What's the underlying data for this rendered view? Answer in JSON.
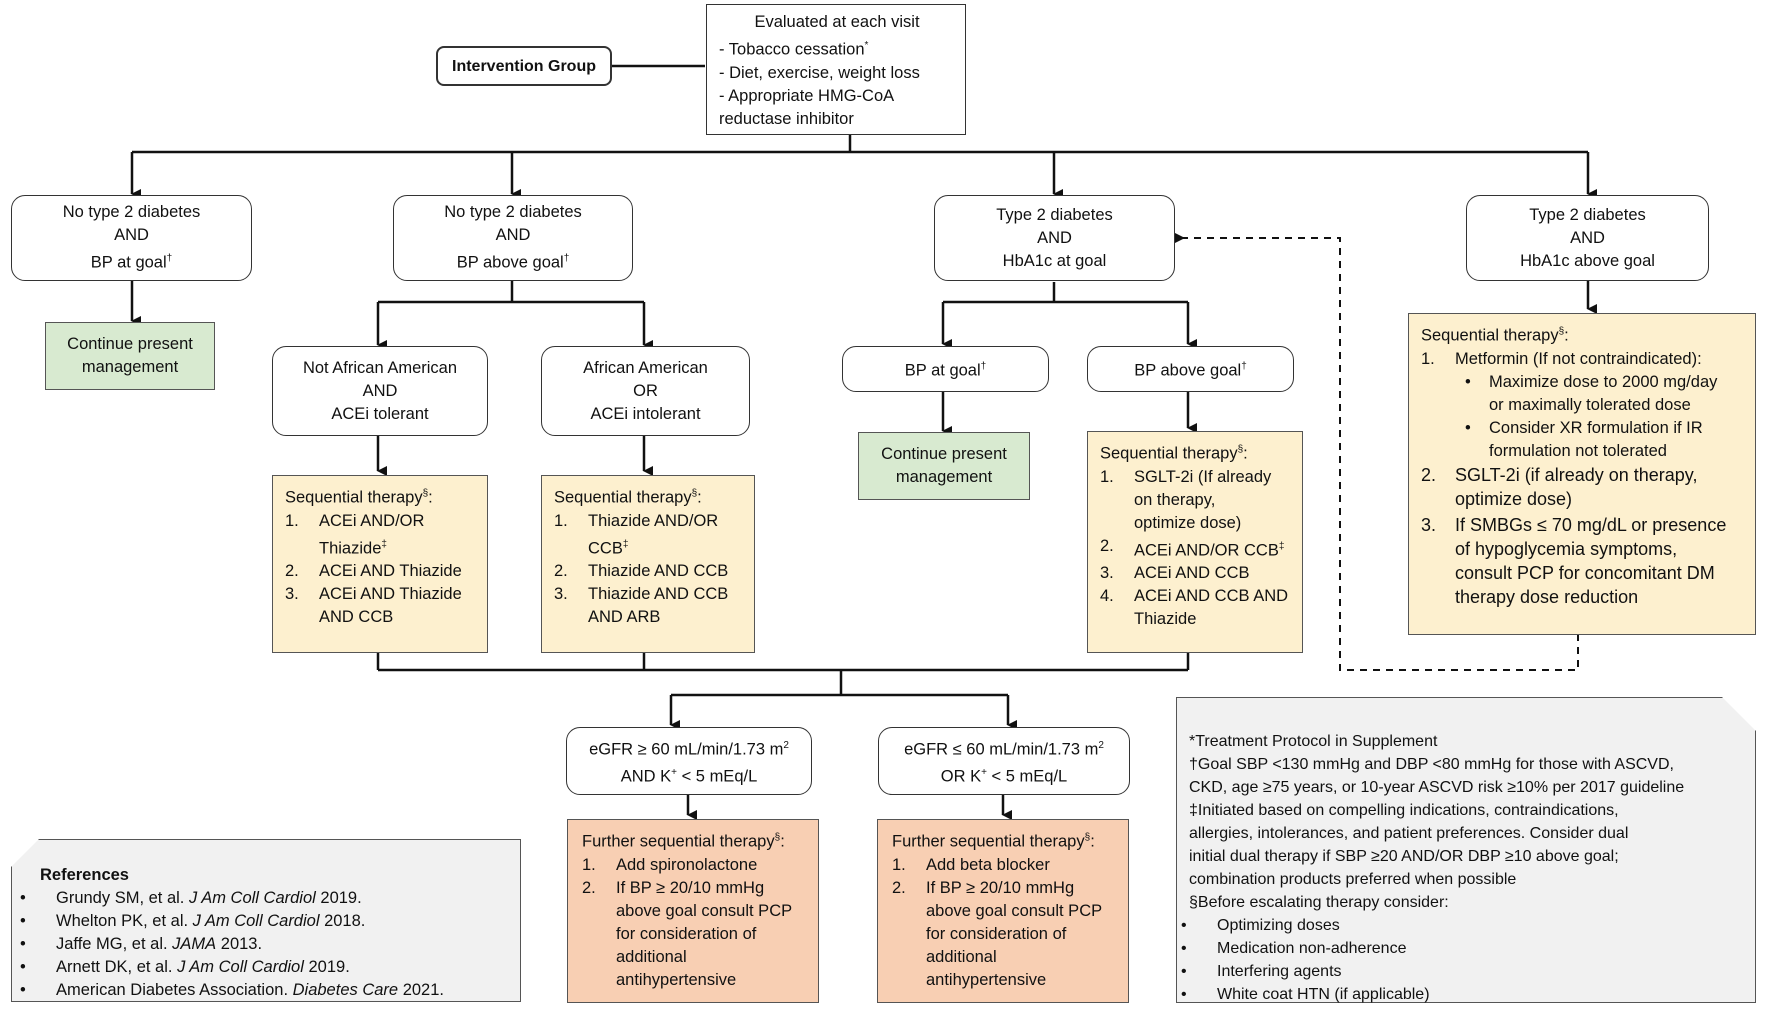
{
  "top_box": {
    "title": "Evaluated at each visit",
    "line1": "- Tobacco cessation",
    "line1_sup": "*",
    "line2": "- Diet, exercise, weight loss",
    "line3": "- Appropriate HMG-CoA",
    "line4": "reductase inhibitor"
  },
  "intervention_group": "Intervention Group",
  "cat1": {
    "l1": "No type 2 diabetes",
    "l2": "AND",
    "l3": "BP at goal",
    "sup": "†"
  },
  "cat2": {
    "l1": "No type 2 diabetes",
    "l2": "AND",
    "l3": "BP above goal",
    "sup": "†"
  },
  "cat3": {
    "l1": "Type 2 diabetes",
    "l2": "AND",
    "l3": "HbA1c at goal"
  },
  "cat4": {
    "l1": "Type 2 diabetes",
    "l2": "AND",
    "l3": "HbA1c above goal"
  },
  "continue1": {
    "l1": "Continue present",
    "l2": "management"
  },
  "continue2": {
    "l1": "Continue present",
    "l2": "management"
  },
  "not_aa": {
    "l1": "Not African American",
    "l2": "AND",
    "l3": "ACEi tolerant"
  },
  "aa": {
    "l1": "African American",
    "l2": "OR",
    "l3": "ACEi intolerant"
  },
  "bp_at_goal": {
    "text": "BP at goal",
    "sup": "†"
  },
  "bp_above_goal": {
    "text": "BP above goal",
    "sup": "†"
  },
  "seq_title": "Sequential therapy",
  "seq_sup": "§",
  "seq_not_aa": [
    {
      "n": "1.",
      "l1": "ACEi AND/OR",
      "l2": "Thiazide",
      "sup": "‡"
    },
    {
      "n": "2.",
      "l1": "ACEi AND Thiazide"
    },
    {
      "n": "3.",
      "l1": "ACEi AND Thiazide",
      "l2": "AND CCB"
    }
  ],
  "seq_aa": [
    {
      "n": "1.",
      "l1": "Thiazide AND/OR",
      "l2": "CCB",
      "sup": "‡"
    },
    {
      "n": "2.",
      "l1": "Thiazide AND CCB"
    },
    {
      "n": "3.",
      "l1": "Thiazide AND CCB",
      "l2": "AND ARB"
    }
  ],
  "seq_bp_above": [
    {
      "n": "1.",
      "l1": "SGLT-2i (If already",
      "l2": "on therapy,",
      "l3": "optimize dose)"
    },
    {
      "n": "2.",
      "l1": "ACEi AND/OR CCB",
      "sup": "‡"
    },
    {
      "n": "3.",
      "l1": "ACEi AND CCB"
    },
    {
      "n": "4.",
      "l1": "ACEi AND CCB AND",
      "l2": "Thiazide"
    }
  ],
  "seq_hba1c": {
    "i1": {
      "n": "1.",
      "text": "Metformin (If not contraindicated):"
    },
    "sub1": {
      "l1": "Maximize dose to 2000 mg/day",
      "l2": "or maximally tolerated dose"
    },
    "sub2": {
      "l1": "Consider XR formulation if IR",
      "l2": "formulation not tolerated"
    },
    "i2": {
      "n": "2.",
      "l1": "SGLT-2i (if already on therapy,",
      "l2": "optimize dose)"
    },
    "i3": {
      "n": "3.",
      "l1": "If SMBGs ≤ 70 mg/dL or presence",
      "l2": "of hypoglycemia symptoms,",
      "l3": "consult PCP for concomitant DM",
      "l4": "therapy dose reduction"
    }
  },
  "egfr_hi": {
    "l1": "eGFR ≥ 60 mL/min/1.73 m",
    "l1_sup": "2",
    "l2a": "AND K",
    "l2_sup": "+",
    "l2b": " < 5 mEq/L"
  },
  "egfr_lo": {
    "l1": "eGFR ≤ 60 mL/min/1.73 m",
    "l1_sup": "2",
    "l2a": "OR K",
    "l2_sup": "+",
    "l2b": " < 5 mEq/L"
  },
  "further_title": "Further sequential therapy",
  "further_sup": "§",
  "further_hi": {
    "i1": "Add spironolactone",
    "i2": [
      "If BP ≥ 20/10 mmHg",
      "above goal consult PCP",
      "for consideration of",
      "additional",
      "antihypertensive"
    ]
  },
  "further_lo": {
    "i1": "Add beta blocker",
    "i2": [
      "If BP ≥ 20/10 mmHg",
      "above goal consult PCP",
      "for consideration of",
      "additional",
      "antihypertensive"
    ]
  },
  "references": {
    "title": "References",
    "items": [
      {
        "a": "Grundy SM, et al. ",
        "j": "J Am Coll Cardiol",
        "y": " 2019."
      },
      {
        "a": "Whelton PK, et al. ",
        "j": "J Am Coll Cardiol",
        "y": " 2018."
      },
      {
        "a": "Jaffe MG, et al. ",
        "j": "JAMA",
        "y": " 2013."
      },
      {
        "a": "Arnett DK, et al. ",
        "j": "J Am Coll Cardiol",
        "y": " 2019."
      },
      {
        "a": "American Diabetes Association. ",
        "j": "Diabetes Care",
        "y": " 2021."
      }
    ]
  },
  "notes": {
    "n1": "*Treatment Protocol in Supplement",
    "n2": [
      "†Goal SBP <130 mmHg and DBP <80 mmHg for those with ASCVD,",
      "CKD, age ≥75 years, or 10-year ASCVD risk ≥10% per 2017 guideline"
    ],
    "n3": [
      "‡Initiated based on compelling indications, contraindications,",
      "allergies, intolerances, and patient preferences. Consider dual",
      "initial dual therapy if SBP ≥20 AND/OR DBP ≥10 above goal;",
      "combination products preferred when possible"
    ],
    "n4": "§Before escalating therapy consider:",
    "bullets": [
      "Optimizing doses",
      "Medication non-adherence",
      "Interfering agents",
      "White coat HTN (if applicable)"
    ]
  }
}
